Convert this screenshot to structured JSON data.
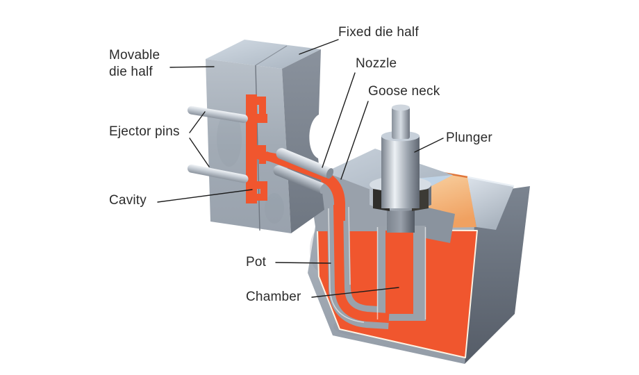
{
  "labels": {
    "movable_die_half": "Movable die half",
    "ejector_pins": "Ejector pins",
    "cavity": "Cavity",
    "fixed_die_half": "Fixed die half",
    "nozzle": "Nozzle",
    "goose_neck": "Goose neck",
    "plunger": "Plunger",
    "pot": "Pot",
    "chamber": "Chamber"
  },
  "colors": {
    "molten_metal_orange": "#f0562e",
    "molten_metal_edge": "#d84a22",
    "molten_surface_peach": "#f6c38e",
    "steel_light": "#cdd6e0",
    "steel_mid": "#a7aeb8",
    "steel_dark": "#6d7580",
    "background": "#ffffff",
    "label_text": "#2b2b2b",
    "leader_line": "#1c1c1c"
  }
}
